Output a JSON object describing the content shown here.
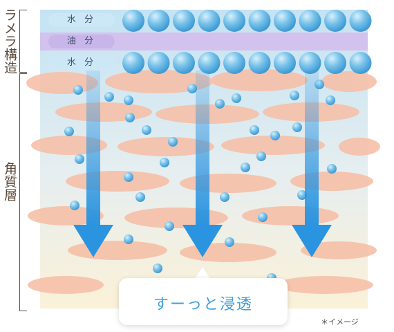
{
  "labels": {
    "lamellar": "ラメラ構造",
    "stratum": "角質層",
    "water_top": "水 分",
    "oil": "油 分",
    "water_bottom": "水 分"
  },
  "caption": "すーっと浸透",
  "note": "＊イメージ",
  "colors": {
    "bubble": "#6ab8e6",
    "oil_band": "#d3c2ee",
    "cell": "#f6c0a8",
    "arrow": "#2a94e0",
    "background_top": "#bfe0f2",
    "background_bottom": "#fbf1d8"
  }
}
